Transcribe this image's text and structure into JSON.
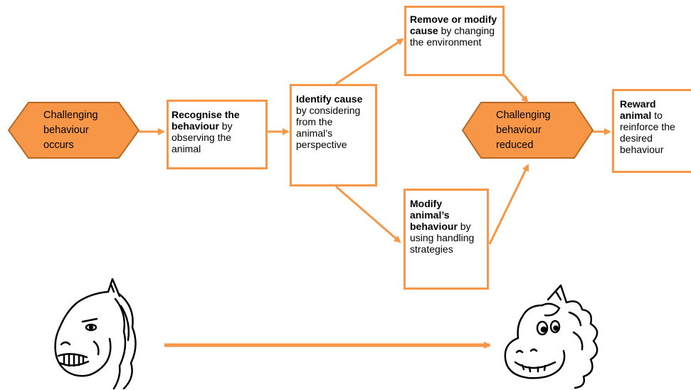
{
  "colors": {
    "accent": "#F79646",
    "hex_fill": "#F79646",
    "hex_stroke": "#B86A24",
    "text": "#000000"
  },
  "nodes": {
    "start": {
      "line1": "Challenging",
      "line2": "behaviour",
      "line3": "occurs"
    },
    "recognise": {
      "bold": "Recognise the behaviour",
      "rest": " by observing the animal"
    },
    "identify": {
      "bold": "Identify cause",
      "rest": " by considering from the animal’s perspective"
    },
    "remove": {
      "bold": "Remove or modify cause",
      "rest": " by changing the environment"
    },
    "modify": {
      "bold": "Modify animal’s behaviour",
      "rest": " by using handling strategies"
    },
    "reduced": {
      "line1": "Challenging",
      "line2": "behaviour",
      "line3": "reduced"
    },
    "reward": {
      "bold": "Reward animal",
      "rest": " to reinforce the desired behaviour"
    }
  },
  "illustrations": {
    "before": "angry-horse-icon",
    "after": "happy-horse-icon"
  }
}
